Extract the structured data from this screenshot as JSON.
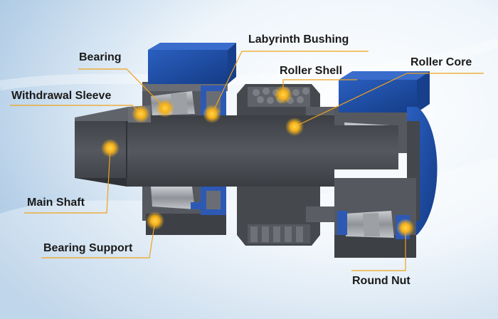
{
  "labels": {
    "bearing": "Bearing",
    "labyrinth_bushing": "Labyrinth Bushing",
    "roller_shell": "Roller Shell",
    "roller_core": "Roller Core",
    "withdrawal_sleeve": "Withdrawal Sleeve",
    "main_shaft": "Main Shaft",
    "bearing_support": "Bearing Support",
    "round_nut": "Round Nut"
  },
  "colors": {
    "background_light": "#f4f9fd",
    "background_blue": "#a9c8e4",
    "housing_blue": "#1f4fa8",
    "metal_dark": "#4a4d52",
    "metal_mid": "#6a6e74",
    "metal_light": "#b8bcc1",
    "leader_line": "#f0a21a",
    "marker": "#f5b11b"
  }
}
